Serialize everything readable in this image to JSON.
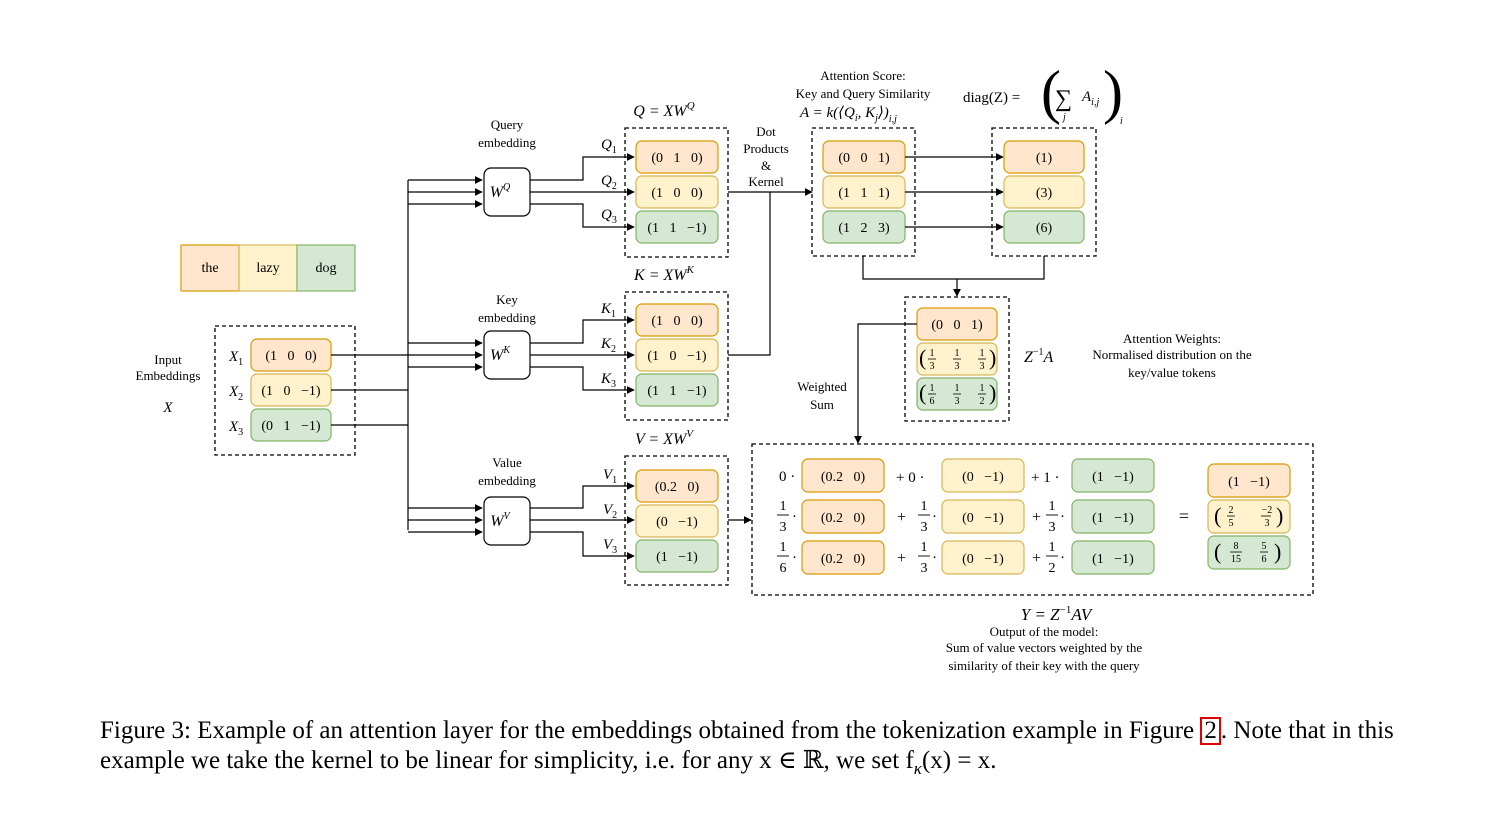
{
  "tokens": [
    "the",
    "lazy",
    "dog"
  ],
  "input": {
    "label_lines": [
      "Input",
      "Embeddings"
    ],
    "symbol": "X",
    "rows": [
      {
        "name": "X",
        "sub": "1",
        "vec": "(1   0   0)"
      },
      {
        "name": "X",
        "sub": "2",
        "vec": "(1   0   −1)"
      },
      {
        "name": "X",
        "sub": "3",
        "vec": "(0   1   −1)"
      }
    ]
  },
  "projections": [
    {
      "label_lines": [
        "Query",
        "embedding"
      ],
      "weight": "W",
      "weight_sup": "Q",
      "title": "Q = XW",
      "title_sup": "Q",
      "row_prefix": "Q",
      "rows": [
        "(0   1   0)",
        "(1   0   0)",
        "(1   1   −1)"
      ]
    },
    {
      "label_lines": [
        "Key",
        "embedding"
      ],
      "weight": "W",
      "weight_sup": "K",
      "title": "K = XW",
      "title_sup": "K",
      "row_prefix": "K",
      "rows": [
        "(1   0   0)",
        "(1   0   −1)",
        "(1   1   −1)"
      ]
    },
    {
      "label_lines": [
        "Value",
        "embedding"
      ],
      "weight": "W",
      "weight_sup": "V",
      "title": "V = XW",
      "title_sup": "V",
      "row_prefix": "V",
      "rows": [
        "(0.2   0)",
        "(0   −1)",
        "(1   −1)"
      ]
    }
  ],
  "dot_label_lines": [
    "Dot",
    "Products",
    "&",
    "Kernel"
  ],
  "attention_score": {
    "label_lines": [
      "Attention Score:",
      "Key and Query Similarity"
    ],
    "formula": "A = k(⟨Q",
    "formula_i": "i",
    "formula_mid": ", K",
    "formula_j": "j",
    "formula_end": "⟩)",
    "formula_sub": "i,j",
    "rows": [
      "(0   0   1)",
      "(1   1   1)",
      "(1   2   3)"
    ]
  },
  "diag": {
    "formula_left": "diag(Z) =",
    "sum_symbol": "∑",
    "sum_index": "j",
    "sum_term": "A",
    "sum_term_sub": "i,j",
    "outer_sub": "i",
    "rows": [
      "(1)",
      "(3)",
      "(6)"
    ]
  },
  "weights": {
    "row1": "(0   0   1)",
    "row2_fracs": [
      [
        "1",
        "3"
      ],
      [
        "1",
        "3"
      ],
      [
        "1",
        "3"
      ]
    ],
    "row3_fracs": [
      [
        "1",
        "6"
      ],
      [
        "1",
        "3"
      ],
      [
        "1",
        "2"
      ]
    ],
    "symbol": "Z",
    "symbol_sup": "−1",
    "symbol_end": "A",
    "label_lines": [
      "Attention Weights:",
      "Normalised distribution on the",
      "key/value tokens"
    ]
  },
  "weighted_sum_label_lines": [
    "Weighted",
    "Sum"
  ],
  "output": {
    "rows": [
      {
        "coef": "0 ·",
        "coef_frac": null,
        "terms": [
          {
            "op": "",
            "vec": "(0.2   0)"
          },
          {
            "op": "+ 0 ·",
            "vec": "(0   −1)"
          },
          {
            "op": "+ 1 ·",
            "vec": "(1   −1)"
          }
        ]
      },
      {
        "coef": "",
        "coef_frac": [
          "1",
          "3"
        ],
        "terms": [
          {
            "op": "",
            "vec": "(0.2   0)"
          },
          {
            "op": "+",
            "frac": [
              "1",
              "3"
            ],
            "vec": "(0   −1)"
          },
          {
            "op": "+",
            "frac": [
              "1",
              "3"
            ],
            "vec": "(1   −1)"
          }
        ]
      },
      {
        "coef": "",
        "coef_frac": [
          "1",
          "6"
        ],
        "terms": [
          {
            "op": "",
            "vec": "(0.2   0)"
          },
          {
            "op": "+",
            "frac": [
              "1",
              "3"
            ],
            "vec": "(0   −1)"
          },
          {
            "op": "+",
            "frac": [
              "1",
              "2"
            ],
            "vec": "(1   −1)"
          }
        ]
      }
    ],
    "equals": "=",
    "result_row1": "(1   −1)",
    "result_row2_fracs": [
      [
        "2",
        "5"
      ],
      [
        "−2",
        "3"
      ]
    ],
    "result_row3_fracs": [
      [
        "8",
        "15"
      ],
      [
        "5",
        "6"
      ]
    ],
    "formula": "Y = Z",
    "formula_sup": "−1",
    "formula_end": "AV",
    "label_lines": [
      "Output of the model:",
      "Sum of value vectors weighted by the",
      "similarity of their key with the query"
    ]
  },
  "caption": {
    "prefix": "Figure 3: Example of an attention layer for the embeddings obtained from the tokenization example in Figure",
    "ref": "2",
    "suffix": ". Note that in this example we take the kernel to be linear for simplicity, i.e. for any x ∈ ℝ, we set f",
    "kappa": "κ",
    "end": "(x) = x."
  },
  "colors": {
    "orange": "#ffe6cc",
    "yellow": "#fff2cc",
    "green": "#d5e8d4",
    "ref_box": "#e00000"
  }
}
